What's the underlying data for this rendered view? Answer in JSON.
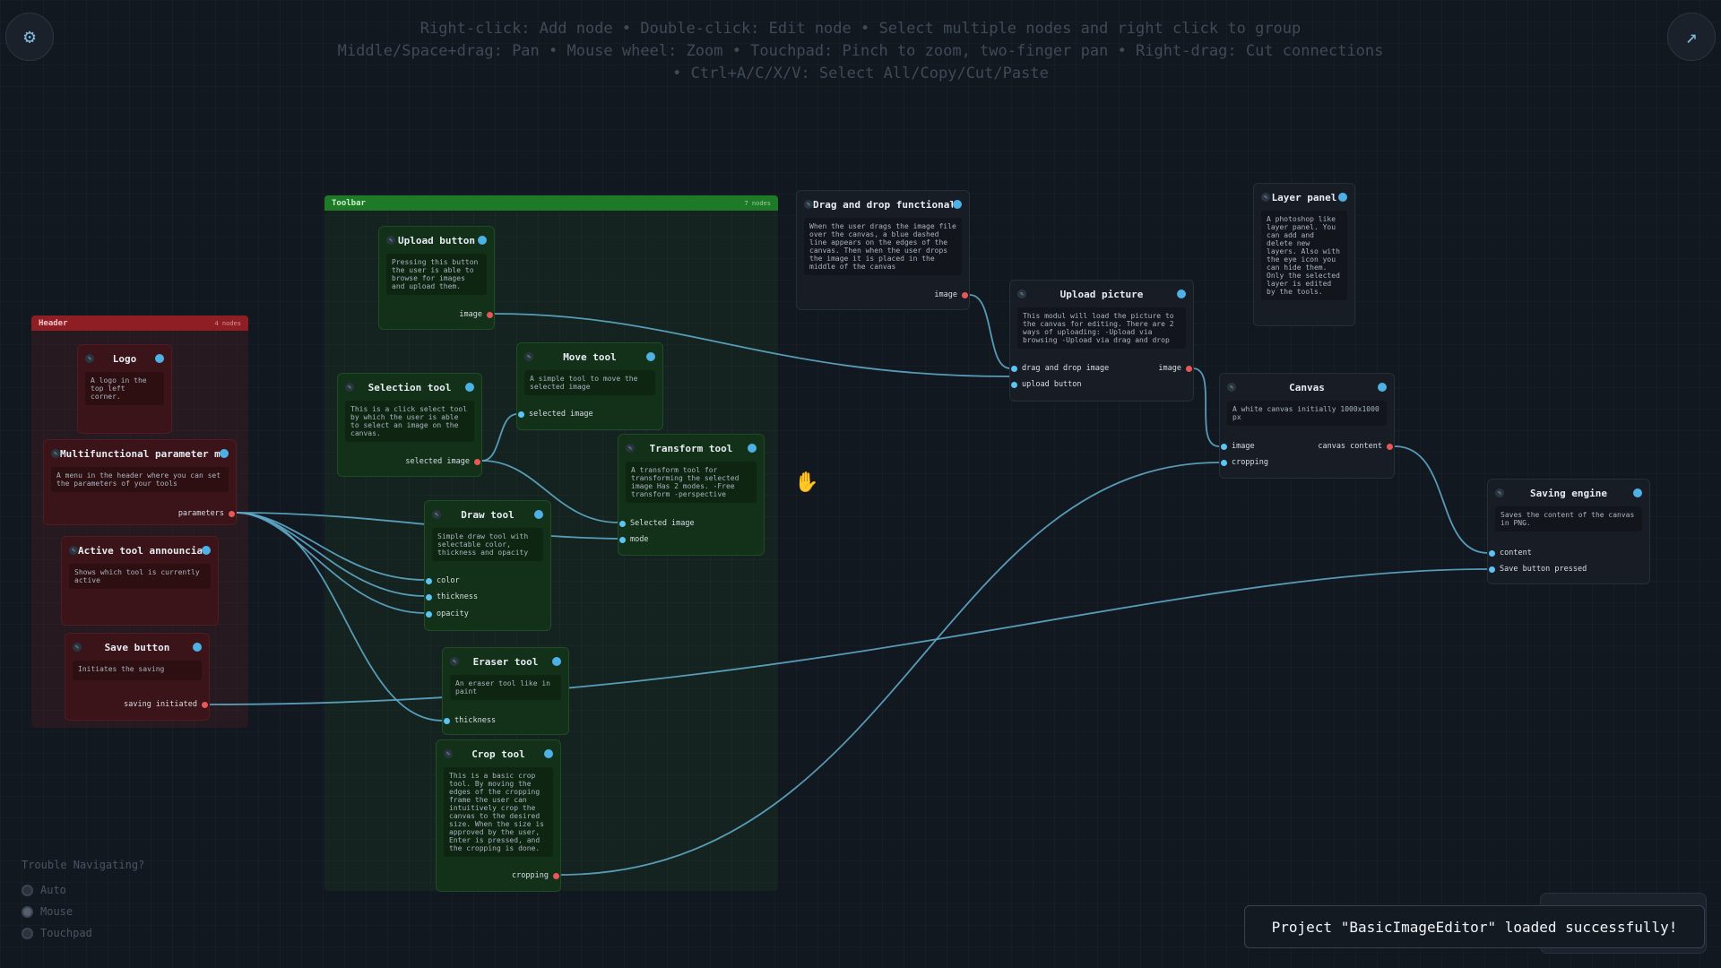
{
  "help_lines": [
    "Right-click: Add node • Double-click: Edit node • Select multiple nodes and right click to group",
    "Middle/Space+drag: Pan • Mouse wheel: Zoom • Touchpad: Pinch to zoom, two-finger pan • Right-drag: Cut connections",
    "• Ctrl+A/C/X/V: Select All/Copy/Cut/Paste"
  ],
  "icons": {
    "settings": "gear-icon",
    "expand": "arrow-up-right-icon",
    "cursor": "hand-grab-icon"
  },
  "colors": {
    "input_port": "#5bc4f0",
    "output_port": "#e85757",
    "wire": "#5fa9c8",
    "header_group": "#8f1d24",
    "toolbar_group": "#1f7a28"
  },
  "groups": {
    "header": {
      "title": "Header",
      "count": "4 nodes"
    },
    "toolbar": {
      "title": "Toolbar",
      "count": "7 nodes"
    }
  },
  "nodes": {
    "logo": {
      "title": "Logo",
      "desc": "A logo in the top left corner."
    },
    "param_menu": {
      "title": "Multifunctional parameter menu",
      "desc": "A menu in the header where you can set the parameters of your tools",
      "out": [
        "parameters"
      ]
    },
    "announciator": {
      "title": "Active tool announciator",
      "desc": "Shows which tool is currently active"
    },
    "save_button": {
      "title": "Save button",
      "desc": "Initiates the saving",
      "out": [
        "saving initiated"
      ]
    },
    "upload_button": {
      "title": "Upload button",
      "desc": "Pressing this button the user is able to browse for images and upload them.",
      "out": [
        "image"
      ]
    },
    "selection_tool": {
      "title": "Selection tool",
      "desc": "This is a click select tool by which the user is able to select an image on the canvas.",
      "out": [
        "selected image"
      ]
    },
    "move_tool": {
      "title": "Move tool",
      "desc": "A simple tool to move the selected image",
      "in": [
        "selected image"
      ]
    },
    "transform_tool": {
      "title": "Transform tool",
      "desc": "A transform tool for transforming the selected image Has 2 modes. -Free transform -perspective",
      "in": [
        "Selected image",
        "mode"
      ]
    },
    "draw_tool": {
      "title": "Draw tool",
      "desc": "Simple draw tool with selectable color, thickness and opacity",
      "in": [
        "color",
        "thickness",
        "opacity"
      ]
    },
    "eraser_tool": {
      "title": "Eraser tool",
      "desc": "An eraser tool like in paint",
      "in": [
        "thickness"
      ]
    },
    "crop_tool": {
      "title": "Crop tool",
      "desc": "This is a basic crop tool. By moving the edges of the cropping frame the user can intuitively crop the canvas to the desired size. When the size is approved by the user, Enter is pressed, and the cropping is done.",
      "out": [
        "cropping"
      ]
    },
    "drag_drop": {
      "title": "Drag and drop functionality",
      "desc": "When the user drags the image file over the canvas, a blue dashed line appears on the edges of the canvas. Then when the user drops the image it is placed in the middle of the canvas",
      "out": [
        "image"
      ]
    },
    "upload_picture": {
      "title": "Upload picture",
      "desc": "This modul will load the picture to the canvas for editing. There are 2 ways of uploading: -Upload via browsing -Upload via drag and drop",
      "in": [
        "drag and drop image",
        "upload button"
      ],
      "out": [
        "image"
      ]
    },
    "layer_panel": {
      "title": "Layer panel",
      "desc": "A photoshop like layer panel. You can add and delete new layers. Also with the eye icon you can hide them. Only the selected layer is edited by the tools."
    },
    "canvas": {
      "title": "Canvas",
      "desc": "A white canvas initially 1000x1000 px",
      "in": [
        "image",
        "cropping"
      ],
      "out": [
        "canvas content"
      ]
    },
    "saving_engine": {
      "title": "Saving engine",
      "desc": "Saves the content of the canvas in PNG.",
      "in": [
        "content",
        "Save button pressed"
      ]
    }
  },
  "trouble": {
    "title": "Trouble Navigating?",
    "options": [
      "Auto",
      "Mouse",
      "Touchpad"
    ],
    "selected": "Mouse"
  },
  "toast": "Project \"BasicImageEditor\" loaded successfully!"
}
